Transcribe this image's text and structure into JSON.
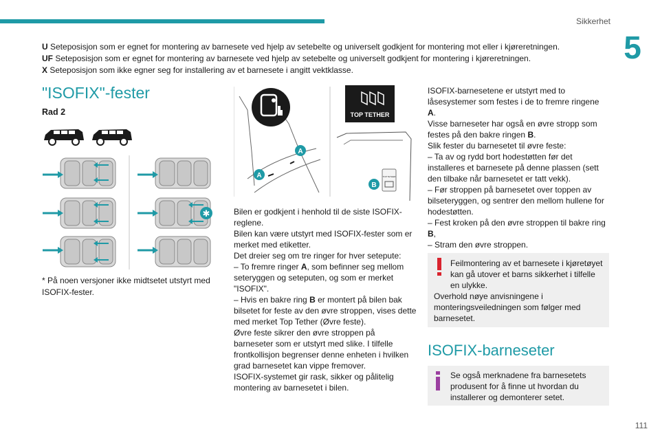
{
  "header": {
    "section": "Sikkerhet",
    "chapter": "5"
  },
  "legend": [
    {
      "key": "U",
      "text": " Seteposisjon som er egnet for montering av barnesete ved hjelp av setebelte og universelt godkjent for montering mot eller i kjøreretningen."
    },
    {
      "key": "UF",
      "text": " Seteposisjon som er egnet for montering av barnesete ved hjelp av setebelte og universelt godkjent for montering i kjøreretningen."
    },
    {
      "key": "X",
      "text": " Seteposisjon som ikke egner seg for installering av et barnesete i angitt vektklasse."
    }
  ],
  "isofix": {
    "heading": "\"ISOFIX\"-fester",
    "row_label": "Rad 2",
    "footnote": "* På noen versjoner ikke midtsetet utstyrt med ISOFIX-fester."
  },
  "figure": {
    "tether_label_1": "TOP TETHER",
    "tether_label_2": "TOP TETHER",
    "marker_a": "A",
    "marker_b": "B"
  },
  "middle_column": [
    "Bilen er godkjent i henhold til de siste ISOFIX-reglene.",
    "Bilen kan være utstyrt med ISOFIX-fester som er merket med etiketter.",
    "Det dreier seg om tre ringer for hver setepute:",
    "–  To fremre ringer |A|, som befinner seg mellom seteryggen og seteputen, og som er merket \"ISOFIX\".",
    "–  Hvis en bakre ring |B| er montert på bilen bak bilsetet for feste av den øvre stroppen, vises dette med merket Top Tether (Øvre feste).",
    "Øvre feste sikrer den øvre stroppen på barneseter som er utstyrt med slike. I tilfelle frontkollisjon begrenser denne enheten i hvilken grad barnesetet kan vippe fremover.",
    "ISOFIX-systemet gir rask, sikker og pålitelig montering av barnesetet i bilen."
  ],
  "right_column": [
    "ISOFIX-barnesetene er utstyrt med to låsesystemer som festes i de to fremre ringene |A|.",
    "Visse barneseter har også en øvre stropp som festes på den bakre ringen |B|.",
    "Slik fester du barnesetet til øvre feste:",
    "–  Ta av og rydd bort hodestøtten før det installeres et barnesete på denne plassen (sett den tilbake når barnesetet er tatt vekk).",
    "–  Før stroppen på barnesetet over toppen av bilseteryggen, og sentrer den mellom hullene for hodestøtten.",
    "–  Fest kroken på den øvre stroppen til bakre ring |B|,",
    "–  Stram den øvre stroppen."
  ],
  "warning": {
    "line1": "Feilmontering av et barnesete i kjøretøyet kan gå utover et barns sikkerhet i tilfelle en ulykke.",
    "line2": "Overhold nøye anvisningene i monteringsveiledningen som følger med barnesetet."
  },
  "isofix_seats": {
    "heading": "ISOFIX-barneseter",
    "info": "Se også merknadene fra barnesetets produsent for å finne ut hvordan du installerer og demonterer setet."
  },
  "page_number": "111",
  "colors": {
    "accent": "#1f9aa6",
    "warning": "#d9232e",
    "info": "#9b3fa0",
    "box": "#efefef"
  }
}
